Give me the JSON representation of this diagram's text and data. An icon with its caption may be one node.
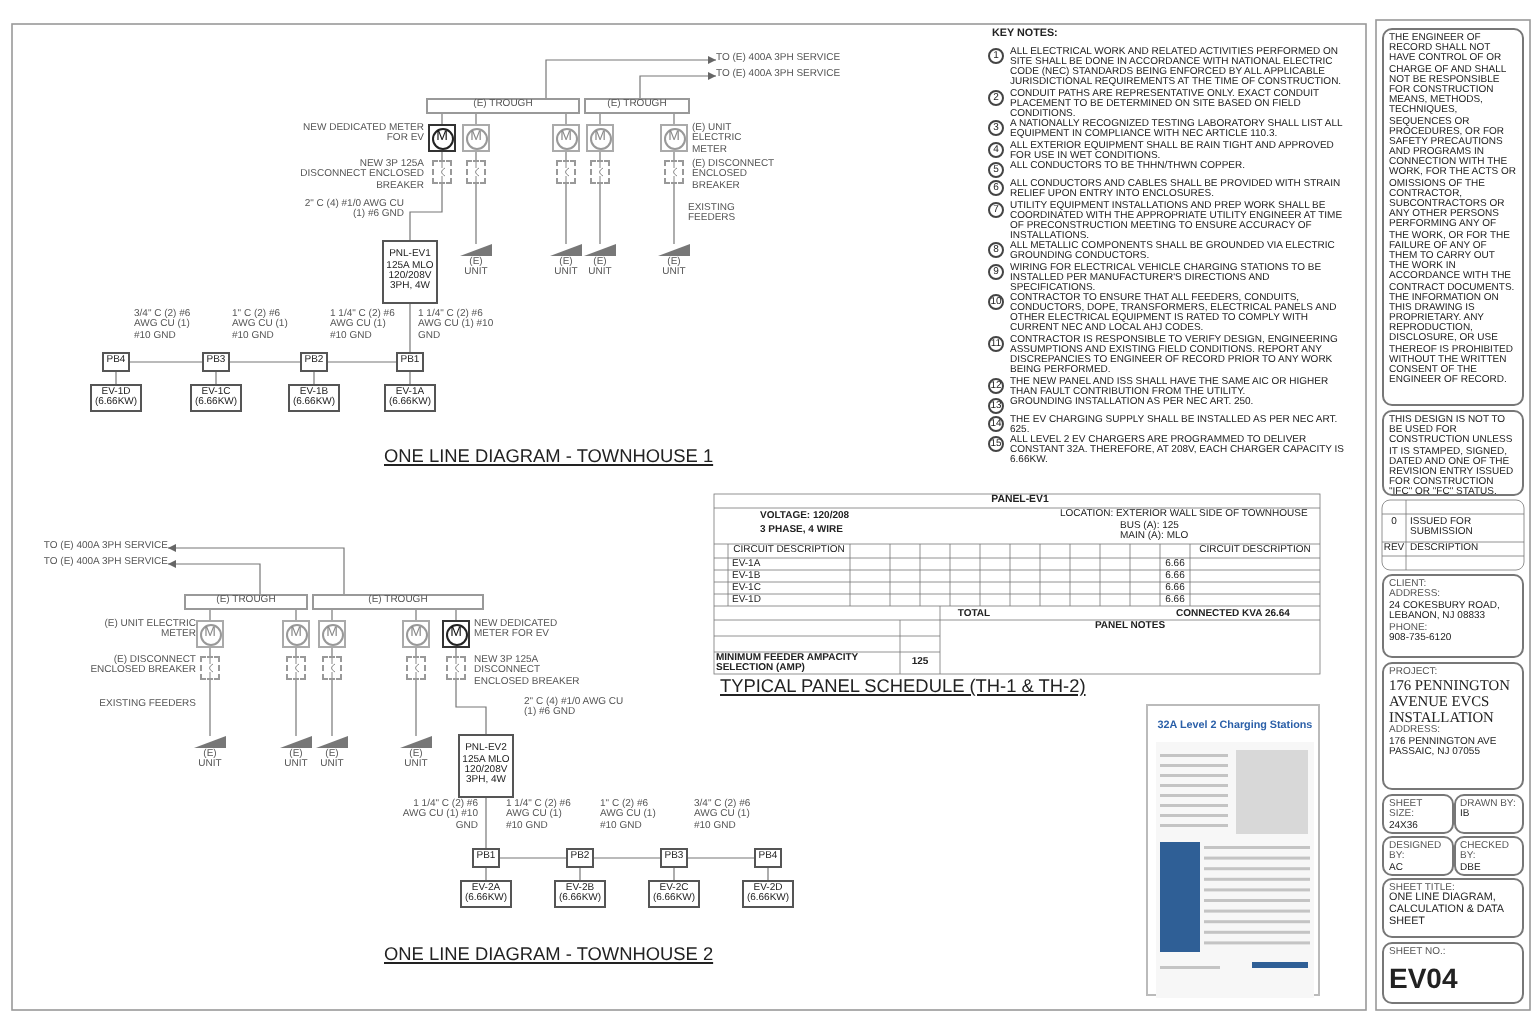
{
  "diagram": {
    "nodes": [
      {
        "text": [
          "TO (E) 400A 3PH SERVICE"
        ]
      },
      {
        "text": [
          "TO (E) 400A 3PH SERVICE"
        ]
      },
      {
        "text": [
          "(E) TROUGH"
        ]
      },
      {
        "text": [
          "(E) TROUGH"
        ]
      },
      {
        "text": [
          "M"
        ],
        "beside": [
          "NEW DEDICATED METER FOR EV"
        ]
      },
      {
        "text": [
          "M"
        ]
      },
      {
        "text": [
          "M"
        ]
      },
      {
        "text": [
          "M"
        ]
      },
      {
        "text": [
          "M"
        ],
        "beside": [
          "(E) UNIT ELECTRIC METER"
        ]
      },
      {
        "text": [],
        "shape": "box",
        "beside": [
          "NEW 3P 125A DISCONNECT ENCLOSED BREAKER"
        ]
      },
      {
        "text": [],
        "shape": "box"
      },
      {
        "text": [],
        "shape": "box"
      },
      {
        "text": [],
        "shape": "box"
      },
      {
        "text": [],
        "shape": "box",
        "beside": [
          "(E) DISCONNECT ENCLOSED BREAKER"
        ]
      },
      {
        "text": [],
        "shape": "picture",
        "beside": [
          "(E) UNIT"
        ]
      },
      {
        "text": [],
        "shape": "picture",
        "beside": [
          "(E) UNIT"
        ]
      },
      {
        "text": [],
        "shape": "picture",
        "beside": [
          "(E) UNIT"
        ]
      },
      {
        "text": [],
        "shape": "picture",
        "beside": [
          "(E) UNIT"
        ]
      },
      {
        "text": [
          "PNL-EV1 125A MLO 120/208V 3PH, 4W"
        ]
      },
      {
        "text": [
          "PB1"
        ]
      },
      {
        "text": [
          "PB2"
        ]
      },
      {
        "text": [
          "PB3"
        ]
      },
      {
        "text": [
          "PB4"
        ]
      },
      {
        "text": [
          "EV-1A (6.66KW)"
        ]
      },
      {
        "text": [
          "EV-1B (6.66KW)"
        ]
      },
      {
        "text": [
          "EV-1C (6.66KW)"
        ]
      },
      {
        "text": [
          "EV-1D (6.66KW)"
        ]
      },
      {
        "text": [
          "TO (E) 400A 3PH SERVICE"
        ]
      },
      {
        "text": [
          "TO (E) 400A 3PH SERVICE"
        ]
      },
      {
        "text": [
          "(E) TROUGH"
        ]
      },
      {
        "text": [
          "(E) TROUGH"
        ]
      },
      {
        "text": [
          "M"
        ],
        "beside": [
          "(E) UNIT ELECTRIC METER"
        ]
      },
      {
        "text": [
          "M"
        ]
      },
      {
        "text": [
          "M"
        ]
      },
      {
        "text": [
          "M"
        ]
      },
      {
        "text": [
          "M"
        ],
        "beside": [
          "NEW DEDICATED METER FOR EV"
        ]
      },
      {
        "text": [],
        "shape": "box",
        "beside": [
          "(E) DISCONNECT ENCLOSED BREAKER"
        ]
      },
      {
        "text": [],
        "shape": "box"
      },
      {
        "text": [],
        "shape": "box"
      },
      {
        "text": [],
        "shape": "box"
      },
      {
        "text": [],
        "shape": "box",
        "beside": [
          "NEW 3P 125A DISCONNECT ENCLOSED BREAKER"
        ]
      },
      {
        "text": [],
        "shape": "picture",
        "beside": [
          "(E) UNIT"
        ]
      },
      {
        "text": [],
        "shape": "picture",
        "beside": [
          "(E) UNIT"
        ]
      },
      {
        "text": [],
        "shape": "picture",
        "beside": [
          "(E) UNIT"
        ]
      },
      {
        "text": [],
        "shape": "picture",
        "beside": [
          "(E) UNIT"
        ]
      },
      {
        "text": [
          "PNL-EV2 125A MLO 120/208V 3PH, 4W"
        ]
      },
      {
        "text": [
          "PB1"
        ]
      },
      {
        "text": [
          "PB2"
        ]
      },
      {
        "text": [
          "PB3"
        ]
      },
      {
        "text": [
          "PB4"
        ]
      },
      {
        "text": [
          "EV-2A (6.66KW)"
        ]
      },
      {
        "text": [
          "EV-2B (6.66KW)"
        ]
      },
      {
        "text": [
          "EV-2C (6.66KW)"
        ]
      },
      {
        "text": [
          "EV-2D (6.66KW)"
        ]
      },
      {
        "text": [
          "CLIENT:",
          "ADDRESS:",
          "24 COKESBURY ROAD, LEBANON, NJ 08833",
          "PHONE:",
          "908-735-6120"
        ]
      },
      {
        "text": [
          "PROJECT:",
          "176 PENNINGTON AVENUE EVCS INSTALLATION",
          "ADDRESS:",
          "176 PENNINGTON AVE PASSAIC, NJ 07055"
        ]
      },
      {
        "text": [
          "SHEET SIZE:",
          "24X36"
        ]
      },
      {
        "text": [
          "DRAWN BY:",
          "IB"
        ]
      },
      {
        "text": [
          "DESIGNED BY:",
          "AC"
        ]
      },
      {
        "text": [
          "CHECKED BY:",
          "DBE"
        ]
      },
      {
        "text": [
          "SHEET TITLE:",
          "ONE LINE DIAGRAM, CALCULATION & DATA SHEET"
        ]
      },
      {
        "text": [
          "SHEET NO.:",
          "EV04"
        ]
      },
      {
        "text": [
          "THE ENGINEER OF RECORD SHALL NOT HAVE CONTROL OF OR CHARGE OF AND SHALL NOT BE RESPONSIBLE FOR CONSTRUCTION MEANS, METHODS, TECHNIQUES, SEQUENCES OR PROCEDURES, OR FOR SAFETY PRECAUTIONS AND PROGRAMS IN CONNECTION WITH THE WORK, FOR THE ACTS OR OMISSIONS OF THE CONTRACTOR, SUBCONTRACTORS OR ANY OTHER PERSONS PERFORMING ANY OF THE WORK, OR FOR THE FAILURE OF ANY OF THEM TO CARRY OUT THE WORK IN ACCORDANCE WITH THE CONTRACT DOCUMENTS. THE INFORMATION ON THIS DRAWING IS PROPRIETARY. ANY REPRODUCTION, DISCLOSURE, OR USE THEREOF IS PROHIBITED WITHOUT THE WRITTEN CONSENT OF THE ENGINEER OF RECORD."
        ]
      },
      {
        "text": [
          "THIS DESIGN IS NOT TO BE USED FOR CONSTRUCTION UNLESS IT IS STAMPED, SIGNED, DATED AND ONE OF THE REVISION ENTRY ISSUED FOR CONSTRUCTION \"IFC\" OR \"FC\" STATUS."
        ]
      },
      {
        "text": [
          "32A Level 2 Charging Stations"
        ]
      }
    ],
    "edges": [
      {
        "from": 2,
        "to": 0,
        "arrow": "to"
      },
      {
        "from": 3,
        "to": 1,
        "arrow": "to"
      },
      {
        "from": 4,
        "to": 2,
        "arrow": "none"
      },
      {
        "from": 5,
        "to": 2,
        "arrow": "none"
      },
      {
        "from": 6,
        "to": 2,
        "arrow": "none"
      },
      {
        "from": 7,
        "to": 3,
        "arrow": "none"
      },
      {
        "from": 8,
        "to": 3,
        "arrow": "none"
      },
      {
        "from": 4,
        "to": 9,
        "arrow": "none"
      },
      {
        "from": 5,
        "to": 10,
        "arrow": "none"
      },
      {
        "from": 6,
        "to": 11,
        "arrow": "none"
      },
      {
        "from": 7,
        "to": 12,
        "arrow": "none"
      },
      {
        "from": 8,
        "to": 13,
        "arrow": "none"
      },
      {
        "from": 10,
        "to": 14,
        "arrow": "none"
      },
      {
        "from": 11,
        "to": 15,
        "arrow": "none"
      },
      {
        "from": 12,
        "to": 16,
        "arrow": "none"
      },
      {
        "from": 13,
        "to": 17,
        "arrow": "none"
      },
      {
        "from": 9,
        "to": 18,
        "arrow": "none"
      },
      {
        "from": 18,
        "to": 19,
        "arrow": "none"
      },
      {
        "from": 19,
        "to": 20,
        "arrow": "none"
      },
      {
        "from": 20,
        "to": 21,
        "arrow": "none"
      },
      {
        "from": 21,
        "to": 22,
        "arrow": "none"
      },
      {
        "from": 19,
        "to": 23,
        "arrow": "none"
      },
      {
        "from": 20,
        "to": 24,
        "arrow": "none"
      },
      {
        "from": 21,
        "to": 25,
        "arrow": "none"
      },
      {
        "from": 22,
        "to": 26,
        "arrow": "none"
      },
      {
        "from": 29,
        "to": 28,
        "arrow": "to"
      },
      {
        "from": 30,
        "to": 27,
        "arrow": "to"
      },
      {
        "from": 31,
        "to": 29,
        "arrow": "none"
      },
      {
        "from": 32,
        "to": 29,
        "arrow": "none"
      },
      {
        "from": 33,
        "to": 30,
        "arrow": "none"
      },
      {
        "from": 34,
        "to": 30,
        "arrow": "none"
      },
      {
        "from": 35,
        "to": 30,
        "arrow": "none"
      },
      {
        "from": 31,
        "to": 36,
        "arrow": "none"
      },
      {
        "from": 32,
        "to": 37,
        "arrow": "none"
      },
      {
        "from": 33,
        "to": 38,
        "arrow": "none"
      },
      {
        "from": 34,
        "to": 39,
        "arrow": "none"
      },
      {
        "from": 35,
        "to": 40,
        "arrow": "none"
      },
      {
        "from": 36,
        "to": 41,
        "arrow": "none"
      },
      {
        "from": 37,
        "to": 42,
        "arrow": "none"
      },
      {
        "from": 38,
        "to": 43,
        "arrow": "none"
      },
      {
        "from": 39,
        "to": 44,
        "arrow": "none"
      },
      {
        "from": 40,
        "to": 45,
        "arrow": "none"
      },
      {
        "from": 45,
        "to": 46,
        "arrow": "none"
      },
      {
        "from": 46,
        "to": 47,
        "arrow": "none"
      },
      {
        "from": 47,
        "to": 48,
        "arrow": "none"
      },
      {
        "from": 48,
        "to": 49,
        "arrow": "none"
      },
      {
        "from": 46,
        "to": 50,
        "arrow": "none"
      },
      {
        "from": 47,
        "to": 51,
        "arrow": "none"
      },
      {
        "from": 48,
        "to": 52,
        "arrow": "none"
      },
      {
        "from": 49,
        "to": 53,
        "arrow": "none"
      }
    ],
    "labels": [
      "KEY NOTES:",
      "1",
      "ALL ELECTRICAL WORK AND RELATED ACTIVITIES PERFORMED ON SITE SHALL BE DONE IN ACCORDANCE WITH NATIONAL ELECTRIC CODE (NEC) STANDARDS BEING ENFORCED BY ALL APPLICABLE JURISDICTIONAL REQUIREMENTS AT THE TIME OF CONSTRUCTION.",
      "2",
      "CONDUIT PATHS ARE REPRESENTATIVE ONLY. EXACT CONDUIT PLACEMENT TO BE DETERMINED ON SITE BASED ON FIELD CONDITIONS.",
      "3",
      "A NATIONALLY RECOGNIZED TESTING LABORATORY SHALL LIST ALL EQUIPMENT IN COMPLIANCE WITH NEC ARTICLE 110.3.",
      "4",
      "ALL EXTERIOR EQUIPMENT SHALL BE RAIN TIGHT AND APPROVED FOR USE IN WET CONDITIONS.",
      "5",
      "ALL CONDUCTORS TO BE THHN/THWN COPPER.",
      "6",
      "ALL CONDUCTORS AND CABLES SHALL BE PROVIDED WITH STRAIN RELIEF UPON ENTRY INTO ENCLOSURES.",
      "7",
      "UTILITY EQUIPMENT INSTALLATIONS AND PREP WORK SHALL BE COORDINATED WITH THE APPROPRIATE UTILITY ENGINEER AT TIME OF PRECONSTRUCTION MEETING TO ENSURE ACCURACY OF INSTALLATIONS.",
      "8",
      "ALL METALLIC COMPONENTS SHALL BE GROUNDED VIA ELECTRIC GROUNDING CONDUCTORS.",
      "9",
      "WIRING FOR ELECTRICAL VEHICLE CHARGING STATIONS TO BE INSTALLED PER MANUFACTURER'S DIRECTIONS AND SPECIFICATIONS.",
      "10",
      "CONTRACTOR TO ENSURE THAT ALL FEEDERS, CONDUITS, CONDUCTORS, DOPE, TRANSFORMERS, ELECTRICAL PANELS AND OTHER ELECTRICAL EQUIPMENT IS RATED TO COMPLY WITH CURRENT NEC AND LOCAL AHJ CODES.",
      "11",
      "CONTRACTOR IS RESPONSIBLE TO VERIFY DESIGN, ENGINEERING ASSUMPTIONS AND EXISTING FIELD CONDITIONS. REPORT ANY DISCREPANCIES TO ENGINEER OF RECORD PRIOR TO ANY WORK BEING PERFORMED.",
      "12",
      "THE NEW PANEL AND ISS SHALL HAVE THE SAME AIC OR HIGHER THAN FAULT CONTRIBUTION FROM THE UTILITY.",
      "13",
      "GROUNDING INSTALLATION AS PER NEC ART. 250.",
      "14",
      "THE EV CHARGING SUPPLY SHALL BE INSTALLED AS PER NEC ART. 625.",
      "15",
      "ALL LEVEL 2 EV CHARGERS ARE PROGRAMMED TO DELIVER CONSTANT 32A. THEREFORE, AT 208V, EACH CHARGER CAPACITY IS 6.66KW.",
      "2\" C (4) #1/0 AWG CU (1) #6 GND",
      "3/4\" C (2) #6 AWG CU (1) #10 GND",
      "1\" C (2) #6 AWG CU (1) #10 GND",
      "1 1/4\" C (2) #6 AWG CU (1) #10 GND",
      "1 1/4\" C (2) #6 AWG CU (1) #10 GND",
      "EXISTING FEEDERS",
      "ONE LINE DIAGRAM - TOWNHOUSE 1",
      "2\" C (4) #1/0 AWG CU (1) #6 GND",
      "1 1/4\" C (2) #6 AWG CU (1) #10 GND",
      "1 1/4\" C (2) #6 AWG CU (1) #10 GND",
      "1\" C (2) #6 AWG CU (1) #10 GND",
      "3/4\" C (2) #6 AWG CU (1) #10 GND",
      "EXISTING FEEDERS",
      "ONE LINE DIAGRAM - TOWNHOUSE 2",
      "TYPICAL PANEL SCHEDULE (TH-1 & TH-2)",
      "PANEL-EV1",
      "VOLTAGE: 120/208",
      "3 PHASE, 4 WIRE",
      "LOCATION: EXTERIOR WALL SIDE OF TOWNHOUSE",
      "BUS (A): 125",
      "MAIN (A): MLO",
      "CIRCUIT DESCRIPTION",
      "EV-1A",
      "EV-1B",
      "EV-1C",
      "EV-1D",
      "6.66",
      "6.66",
      "6.66",
      "6.66",
      "CIRCUIT DESCRIPTION",
      "TOTAL",
      "CONNECTED KVA 26.64",
      "PANEL NOTES",
      "MINIMUM FEEDER AMPACITY SELECTION (AMP)",
      "125",
      "0",
      "ISSUED FOR SUBMISSION",
      "REV",
      "DESCRIPTION"
    ]
  }
}
